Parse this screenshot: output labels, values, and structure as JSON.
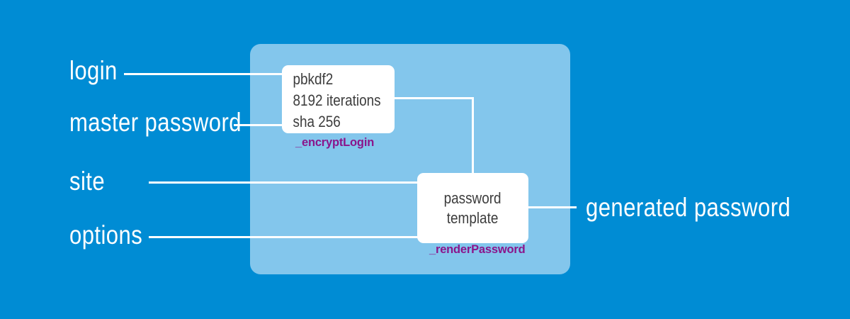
{
  "diagram": {
    "inputs": [
      {
        "label": "login"
      },
      {
        "label": "master password"
      },
      {
        "label": "site"
      },
      {
        "label": "options"
      }
    ],
    "output": {
      "label": "generated password"
    },
    "nodes": [
      {
        "lines": [
          "pbkdf2",
          "8192 iterations",
          "sha 256"
        ],
        "function": "_encryptLogin"
      },
      {
        "lines": [
          "password",
          "template"
        ],
        "function": "_renderPassword"
      }
    ]
  },
  "colors": {
    "background": "#008cd4",
    "panel": "#83c6ec",
    "box_background": "#ffffff",
    "box_text": "#3d3d3d",
    "function_label": "#8b158b",
    "line": "#ffffff",
    "io_label": "#ffffff"
  }
}
